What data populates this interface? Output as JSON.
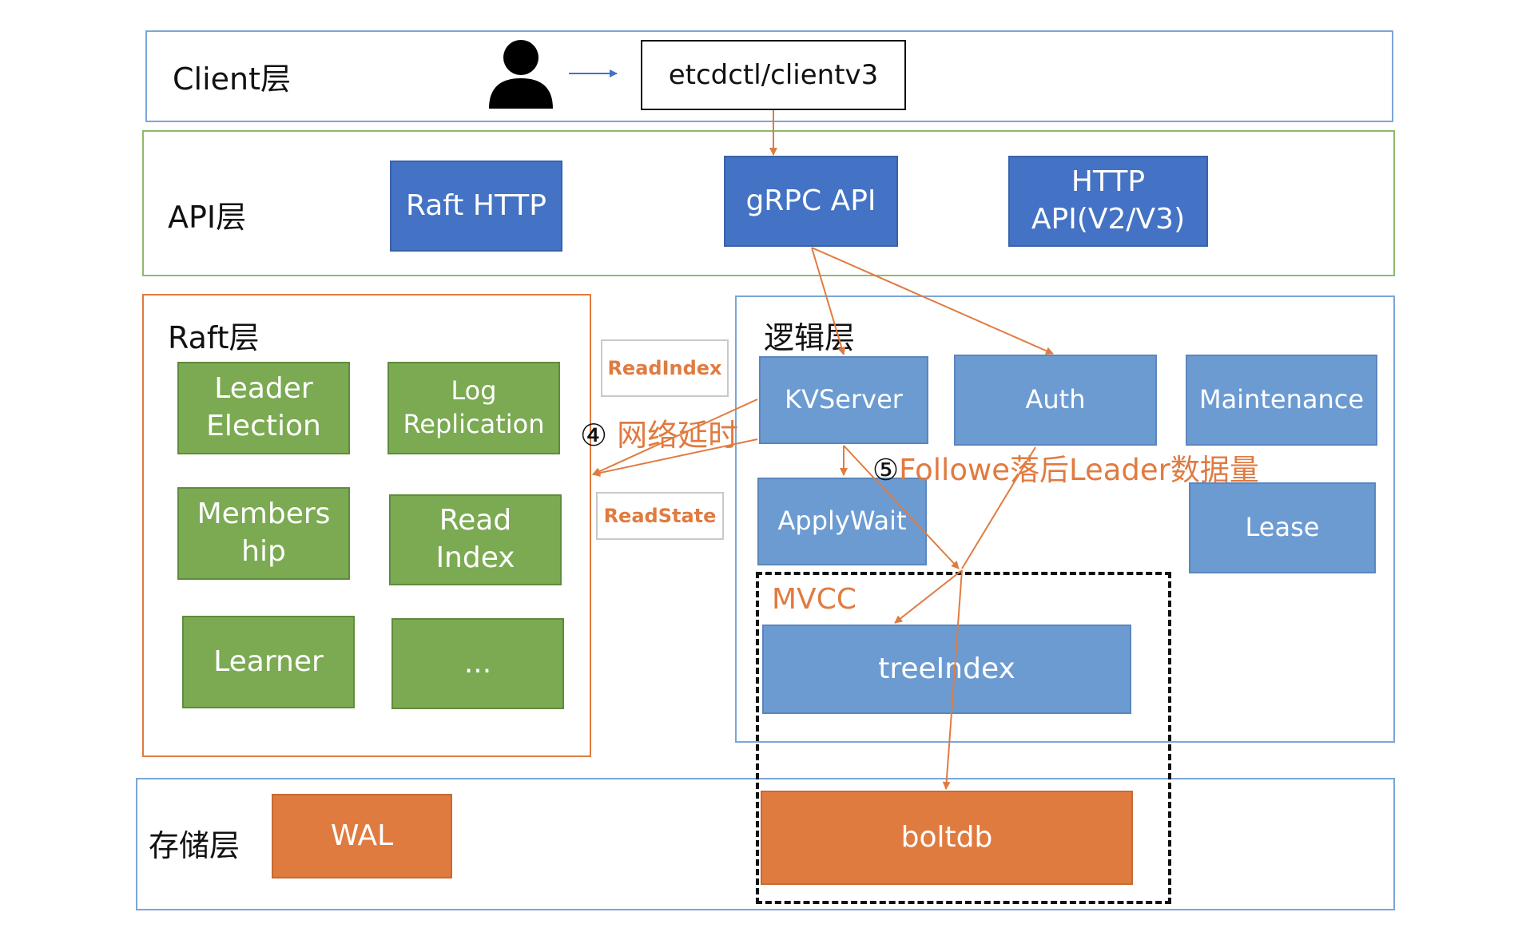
{
  "layers": {
    "client": "Client层",
    "api": "API层",
    "raft": "Raft层",
    "logic": "逻辑层",
    "storage": "存储层"
  },
  "client": {
    "tool": "etcdctl/clientv3",
    "user_icon": "user-icon"
  },
  "api": {
    "raft_http": "Raft HTTP",
    "grpc": "gRPC API",
    "http": "HTTP\nAPI(V2/V3)"
  },
  "raft": {
    "modules": [
      "Leader\nElection",
      "Log\nReplication",
      "Members\nhip",
      "Read\nIndex",
      "Learner",
      "..."
    ]
  },
  "labels": {
    "read_index": "ReadIndex",
    "read_state": "ReadState"
  },
  "logic": {
    "kvserver": "KVServer",
    "auth": "Auth",
    "maintenance": "Maintenance",
    "applywait": "ApplyWait",
    "lease": "Lease"
  },
  "mvcc": {
    "title": "MVCC",
    "tree_index": "treeIndex"
  },
  "storage": {
    "wal": "WAL",
    "boltdb": "boltdb"
  },
  "annotations": {
    "net_delay_num": "④",
    "net_delay": "网络延时",
    "follower_lag_num": "⑤",
    "follower_lag": "Followe落后Leader数据量"
  },
  "colors": {
    "api_blue": "#4472C4",
    "logic_blue": "#6C9BD2",
    "raft_green": "#7BAA52",
    "storage_orange": "#E07B40",
    "arrow_orange": "#E07B40",
    "arrow_blue": "#4472C4"
  }
}
